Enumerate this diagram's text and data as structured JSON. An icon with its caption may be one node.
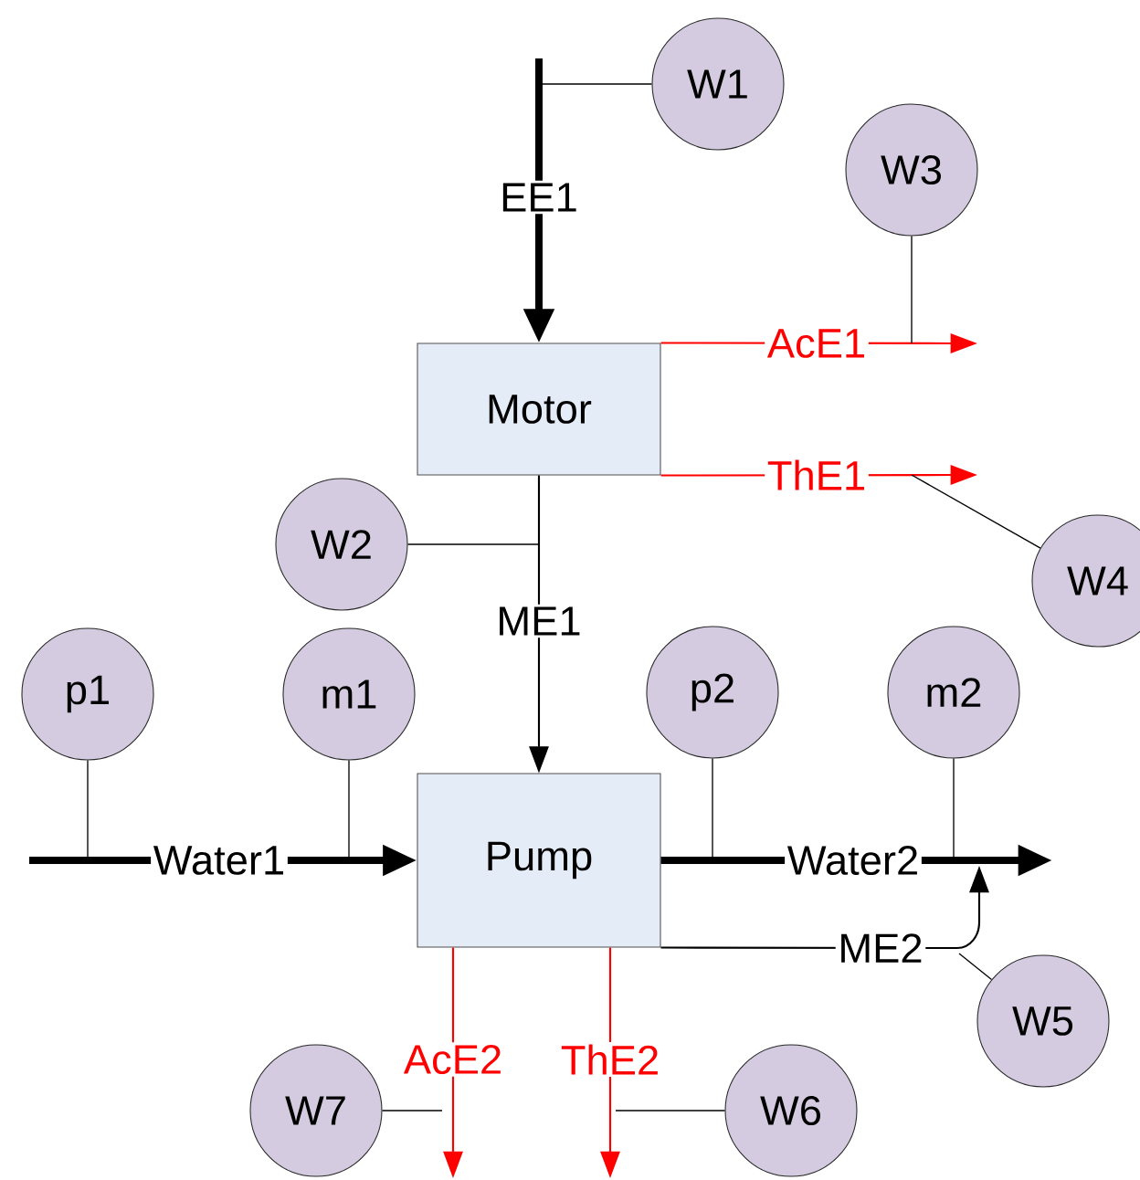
{
  "diagram": {
    "nodes": [
      {
        "text": [
          "W1"
        ]
      },
      {
        "text": [
          "W3"
        ]
      },
      {
        "text": [
          "Motor"
        ]
      },
      {
        "text": [
          "W2"
        ]
      },
      {
        "text": [
          "W4"
        ]
      },
      {
        "text": [
          "p1"
        ]
      },
      {
        "text": [
          "m1"
        ]
      },
      {
        "text": [
          "p2"
        ]
      },
      {
        "text": [
          "m2"
        ]
      },
      {
        "text": [
          "Pump"
        ]
      },
      {
        "text": [
          "W5"
        ]
      },
      {
        "text": [
          "W7"
        ]
      },
      {
        "text": [
          "W6"
        ]
      }
    ],
    "edges": [
      {
        "from": null,
        "to": 2,
        "arrow": "to",
        "label": "EE1",
        "style": "thick"
      },
      {
        "from": 2,
        "to": null,
        "arrow": "to",
        "label": "AcE1",
        "color": "#ff0000"
      },
      {
        "from": 2,
        "to": null,
        "arrow": "to",
        "label": "ThE1",
        "color": "#ff0000"
      },
      {
        "from": 2,
        "to": 9,
        "arrow": "to",
        "label": "ME1"
      },
      {
        "from": null,
        "to": 9,
        "arrow": "to",
        "label": "Water1",
        "style": "thick"
      },
      {
        "from": 9,
        "to": null,
        "arrow": "to",
        "label": "Water2",
        "style": "thick"
      },
      {
        "from": 9,
        "to": null,
        "arrow": "to",
        "label": "ME2"
      },
      {
        "from": 9,
        "to": null,
        "arrow": "to",
        "label": "AcE2",
        "color": "#ff0000"
      },
      {
        "from": 9,
        "to": null,
        "arrow": "to",
        "label": "ThE2",
        "color": "#ff0000"
      },
      {
        "from": 0,
        "to": null,
        "arrow": "none"
      },
      {
        "from": 1,
        "to": null,
        "arrow": "none"
      },
      {
        "from": 4,
        "to": null,
        "arrow": "none"
      },
      {
        "from": 3,
        "to": null,
        "arrow": "none"
      },
      {
        "from": 5,
        "to": null,
        "arrow": "none"
      },
      {
        "from": 6,
        "to": null,
        "arrow": "none"
      },
      {
        "from": 7,
        "to": null,
        "arrow": "none"
      },
      {
        "from": 8,
        "to": null,
        "arrow": "none"
      },
      {
        "from": 10,
        "to": null,
        "arrow": "none"
      },
      {
        "from": 11,
        "to": null,
        "arrow": "none"
      },
      {
        "from": 12,
        "to": null,
        "arrow": "none"
      }
    ]
  }
}
